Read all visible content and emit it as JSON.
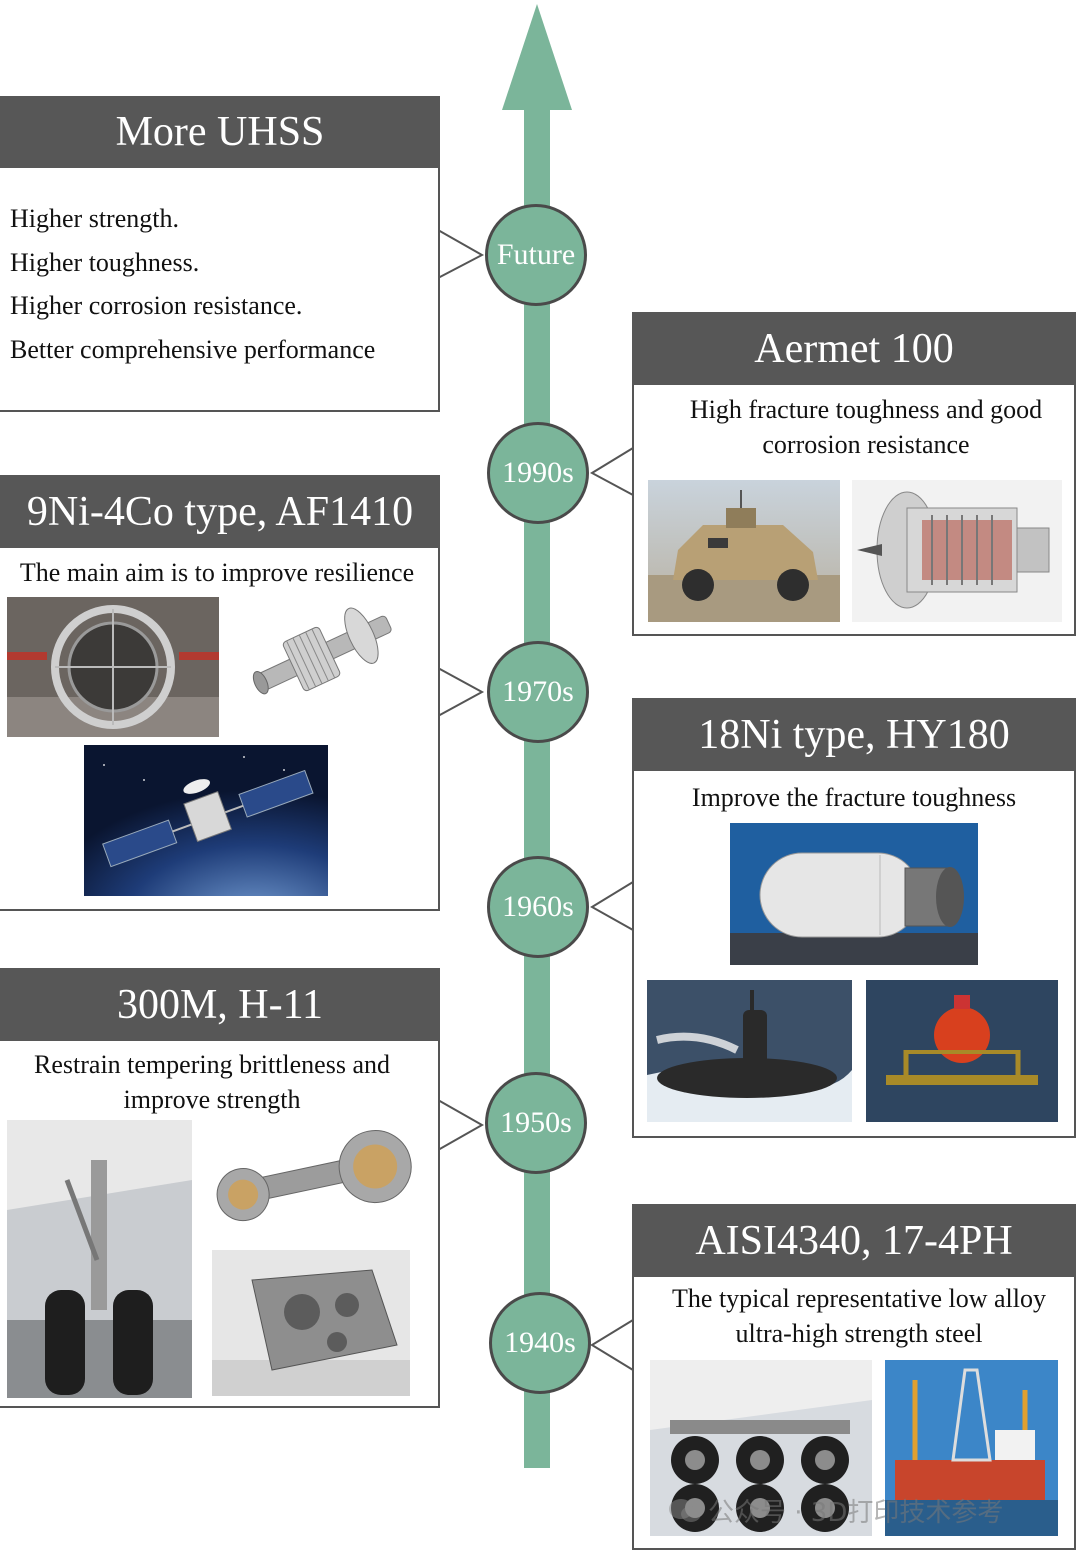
{
  "timeline": {
    "nodes": [
      {
        "id": "future",
        "label": "Future"
      },
      {
        "id": "1990s",
        "label": "1990s"
      },
      {
        "id": "1970s",
        "label": "1970s"
      },
      {
        "id": "1960s",
        "label": "1960s"
      },
      {
        "id": "1950s",
        "label": "1950s"
      },
      {
        "id": "1940s",
        "label": "1940s"
      }
    ],
    "accent_color": "#7bb59a",
    "header_color": "#575757"
  },
  "future": {
    "title": "More UHSS",
    "points": [
      "Higher strength.",
      "Higher toughness.",
      "Higher corrosion resistance.",
      "Better comprehensive performance"
    ]
  },
  "era_1990s": {
    "title": "Aermet 100",
    "desc_line1": "High fracture toughness and good",
    "desc_line2": "corrosion resistance",
    "images": [
      "armored-vehicle",
      "jet-engine-cutaway"
    ]
  },
  "era_1970s": {
    "title": "9Ni-4Co type, AF1410",
    "desc": "The main aim is to improve resilience",
    "images": [
      "aircraft-fuselage-frame",
      "gear-shaft",
      "satellite"
    ]
  },
  "era_1960s": {
    "title": "18Ni type, HY180",
    "desc": "Improve the fracture toughness",
    "images": [
      "pressure-vessel",
      "submarine",
      "deep-sea-submersible"
    ]
  },
  "era_1950s": {
    "title": "300M, H-11",
    "desc_line1": "Restrain tempering brittleness and",
    "desc_line2": "improve strength",
    "images": [
      "landing-gear",
      "connecting-rod",
      "gearbox-housing"
    ]
  },
  "era_1940s": {
    "title": "AISI4340, 17-4PH",
    "desc_line1": "The typical representative low alloy",
    "desc_line2": "ultra-high strength steel",
    "images": [
      "aircraft-landing-gear-wheels",
      "offshore-drilling-platform"
    ]
  },
  "watermark": "公众号 · 3D打印技术参考"
}
